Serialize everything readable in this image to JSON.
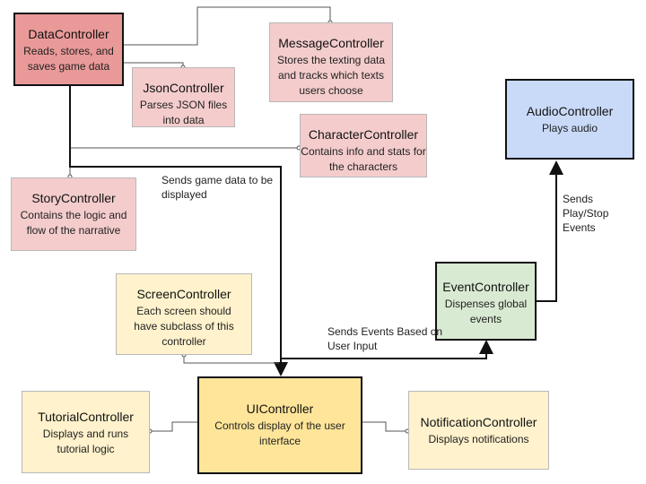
{
  "nodes": {
    "data_controller": {
      "title": "DataController",
      "desc": "Reads, stores, and saves game data"
    },
    "json_controller": {
      "title": "JsonController",
      "desc": "Parses JSON files into data"
    },
    "message_controller": {
      "title": "MessageController",
      "desc": "Stores the texting data and tracks which texts users choose"
    },
    "character_controller": {
      "title": "CharacterController",
      "desc": "Contains info and stats for the characters"
    },
    "story_controller": {
      "title": "StoryController",
      "desc": "Contains the logic and flow of the narrative"
    },
    "screen_controller": {
      "title": "ScreenController",
      "desc": "Each screen should have subclass of this controller"
    },
    "ui_controller": {
      "title": "UIController",
      "desc": "Controls display of the user interface"
    },
    "tutorial_controller": {
      "title": "TutorialController",
      "desc": "Displays and runs tutorial logic"
    },
    "notification_controller": {
      "title": "NotificationController",
      "desc": "Displays notifications"
    },
    "event_controller": {
      "title": "EventController",
      "desc": "Dispenses global events"
    },
    "audio_controller": {
      "title": "AudioController",
      "desc": "Plays audio"
    }
  },
  "edge_labels": {
    "game_data": "Sends game data to be displayed",
    "user_input": "Sends Events Based on User Input",
    "play_stop": "Sends Play/Stop Events"
  },
  "colors": {
    "data_red": "#ea9999",
    "data_pink": "#f4cccc",
    "ui_gold": "#ffe599",
    "ui_yellow": "#fff2cc",
    "event_green": "#d9ead3",
    "audio_blue": "#c9daf8"
  }
}
